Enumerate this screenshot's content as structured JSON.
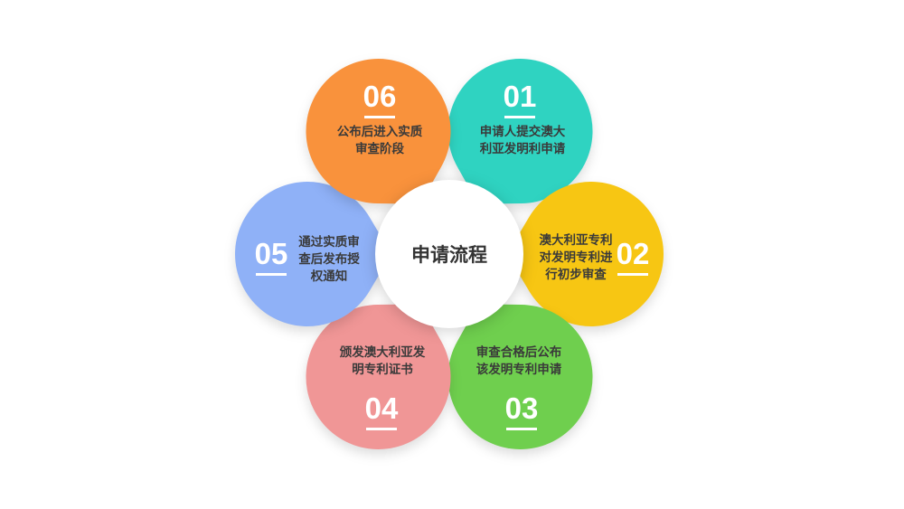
{
  "center": {
    "label": "申请流程",
    "color": "#ffffff"
  },
  "steps": [
    {
      "number": "01",
      "lines": [
        "申请人提交澳大",
        "利亚发明利申请"
      ],
      "color": "#2fd3c1"
    },
    {
      "number": "02",
      "lines": [
        "澳大利亚专利",
        "对发明专利进",
        "行初步审查"
      ],
      "color": "#f7c613"
    },
    {
      "number": "03",
      "lines": [
        "审查合格后公布",
        "该发明专利申请"
      ],
      "color": "#6fcf4e"
    },
    {
      "number": "04",
      "lines": [
        "颁发澳大利亚发",
        "明专利证书"
      ],
      "color": "#f09696"
    },
    {
      "number": "05",
      "lines": [
        "通过实质审",
        "查后发布授",
        "权通知"
      ],
      "color": "#8fb1f7"
    },
    {
      "number": "06",
      "lines": [
        "公布后进入实质",
        "审查阶段"
      ],
      "color": "#f9923c"
    }
  ]
}
